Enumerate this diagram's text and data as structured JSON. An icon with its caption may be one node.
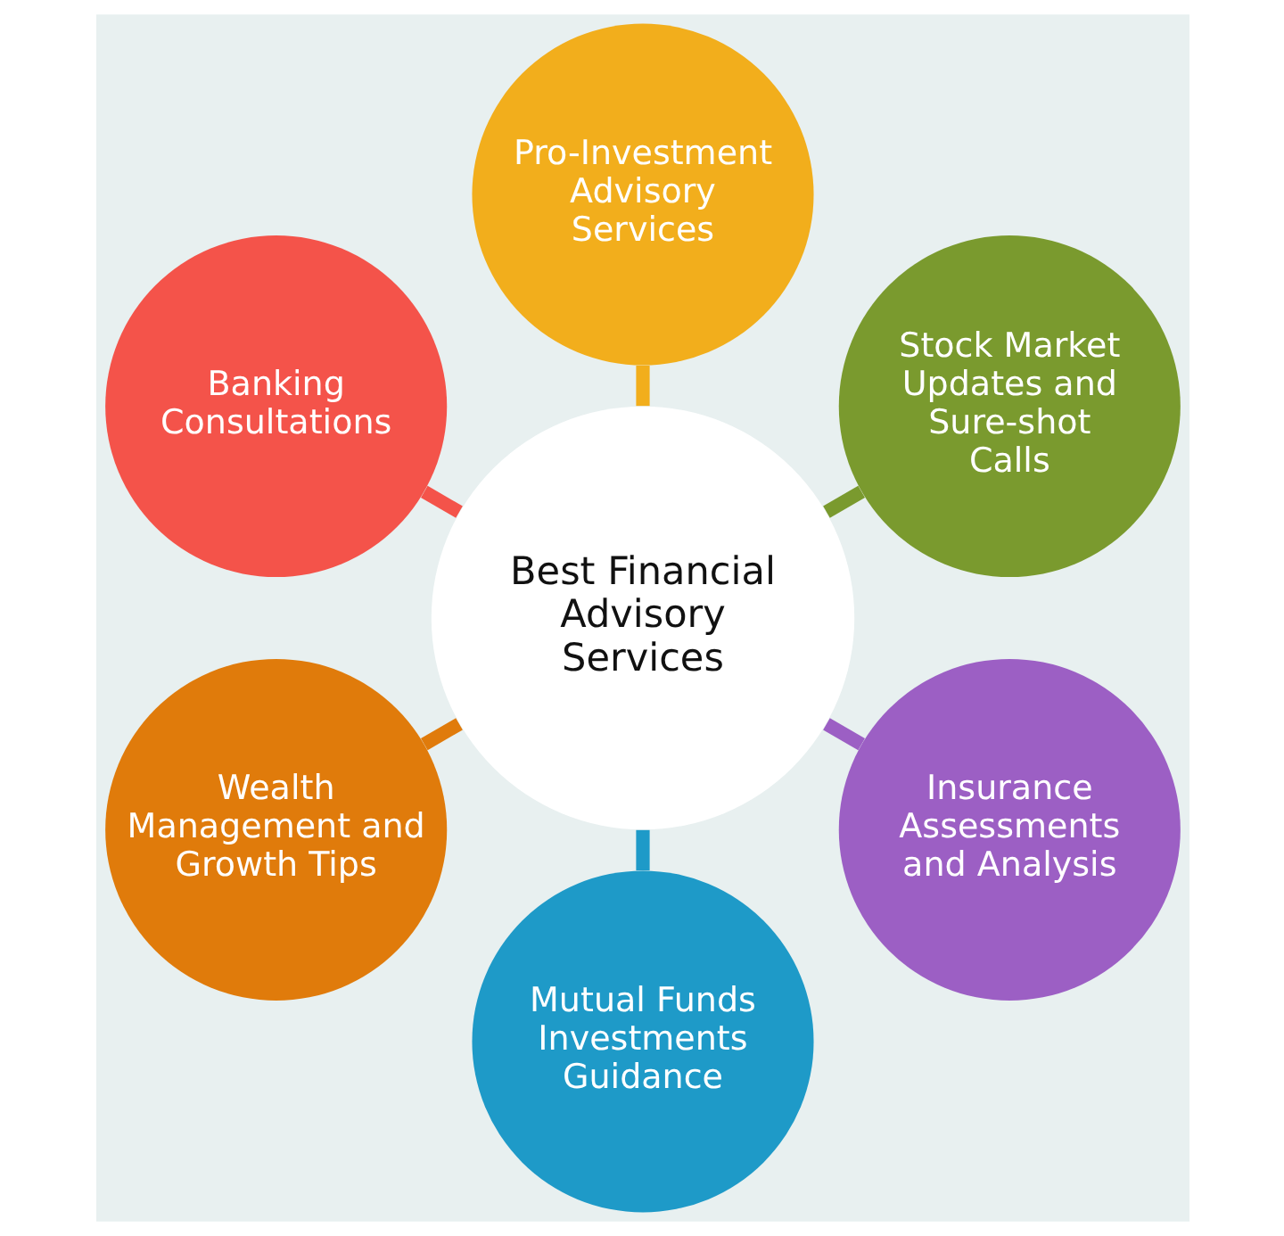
{
  "diagram": {
    "nodes": [
      {
        "text": [
          "Best Financial Advisory Services"
        ]
      },
      {
        "text": [
          "Banking Consultations"
        ]
      },
      {
        "text": [
          "Pro-Investment Advisory Services"
        ]
      },
      {
        "text": [
          "Stock Market Updates and Sure-shot Calls"
        ]
      },
      {
        "text": [
          "Insurance Assessments and Analysis"
        ]
      },
      {
        "text": [
          "Mutual Funds Investments Guidance"
        ]
      },
      {
        "text": [
          "Wealth Management and Growth Tips"
        ]
      }
    ],
    "edges": [
      {
        "from": 1,
        "to": 0,
        "arrow": "none",
        "color": "#f4534a"
      },
      {
        "from": 2,
        "to": 0,
        "arrow": "none",
        "color": "#f2ae1c"
      },
      {
        "from": 3,
        "to": 0,
        "arrow": "none",
        "color": "#7a9a2e"
      },
      {
        "from": 4,
        "to": 0,
        "arrow": "none",
        "color": "#9c5fc4"
      },
      {
        "from": 5,
        "to": 0,
        "arrow": "none",
        "color": "#1e9ac8"
      },
      {
        "from": 6,
        "to": 0,
        "arrow": "none",
        "color": "#e07b0b"
      }
    ]
  }
}
